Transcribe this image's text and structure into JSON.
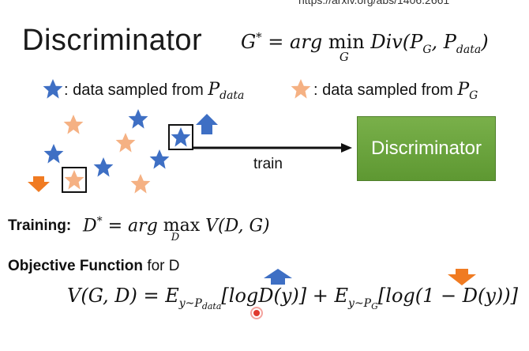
{
  "url": "https://arxiv.org/abs/1406.2661",
  "title": "Discriminator",
  "equation_top": {
    "lhs": "G* = arg",
    "op": "min",
    "op_sub": "G",
    "rhs": "Div(P_G, P_data)"
  },
  "legend": {
    "real_text": ": data sampled from",
    "real_dist": "P",
    "real_dist_sub": "data",
    "fake_text": ": data sampled from",
    "fake_dist": "P",
    "fake_dist_sub": "G"
  },
  "discriminator_label": "Discriminator",
  "train_label": "train",
  "training": {
    "label": "Training:",
    "formula": "D* = arg max_D V(D, G)"
  },
  "objective": {
    "label_bold": "Objective Function",
    "label_rest": "for D",
    "formula": "V(G,D) = E_{y~P_data}[logD(y)] + E_{y~P_G}[log(1 − D(y))]"
  },
  "colors": {
    "real_star": "#3e6fc4",
    "fake_star": "#f5b183",
    "up_arrow": "#3e6fc4",
    "down_arrow": "#f07b22",
    "disc_box": "#6aa33d",
    "pointer": "#e03a2f"
  }
}
